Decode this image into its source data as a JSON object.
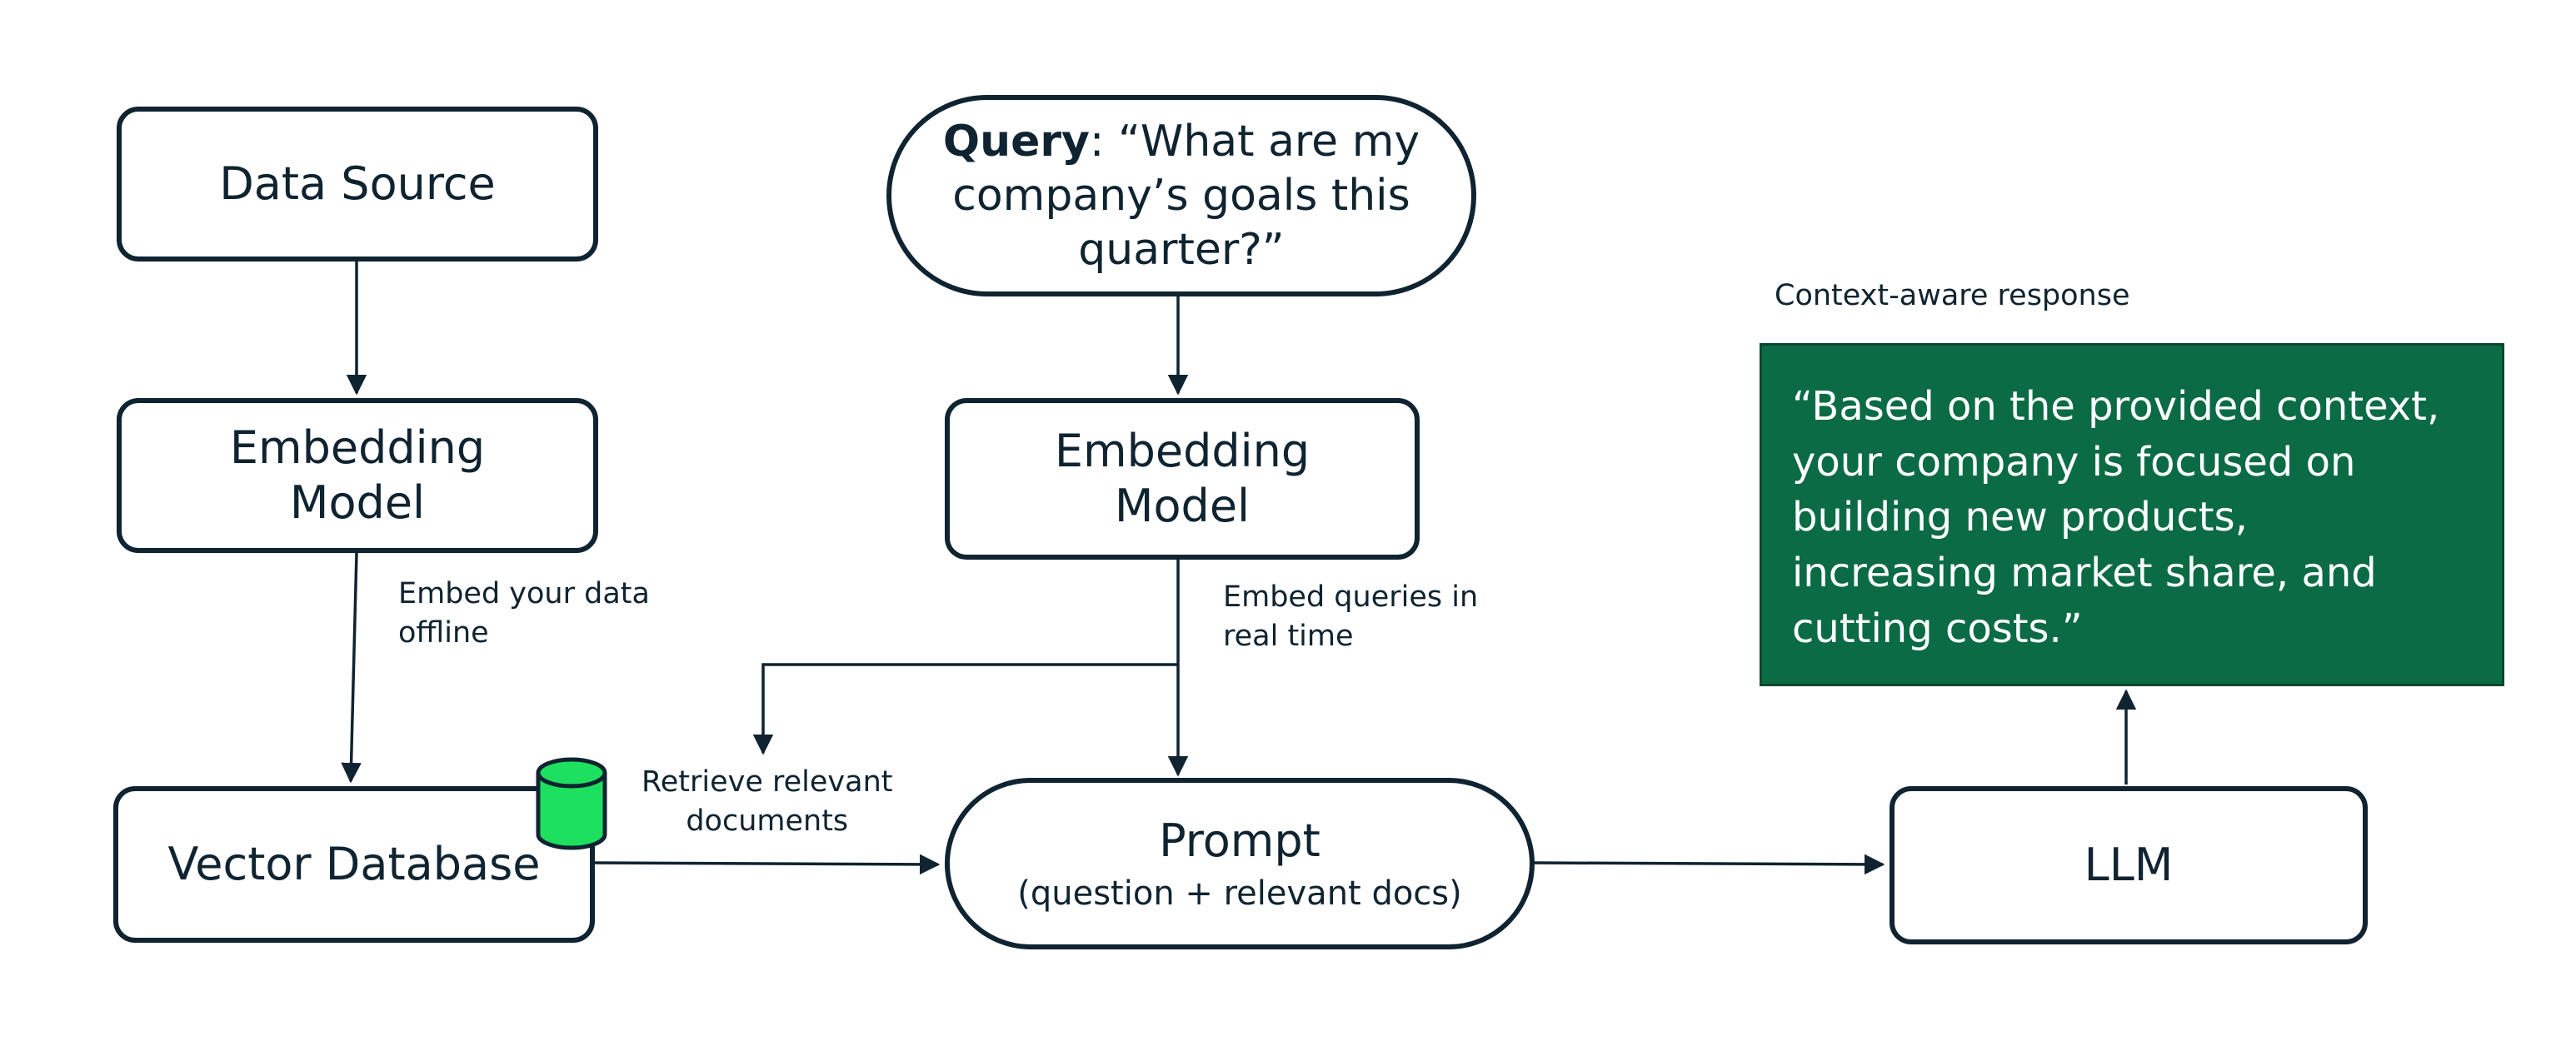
{
  "diagram": {
    "data_source": "Data Source",
    "embedding_model_left": {
      "line1": "Embedding",
      "line2": "Model"
    },
    "embed_offline": {
      "line1": "Embed your data",
      "line2": "offline"
    },
    "vector_database": "Vector Database",
    "retrieve": {
      "line1": "Retrieve relevant",
      "line2": "documents"
    },
    "query": {
      "bold": "Query",
      "line1_rest": ": “What are my",
      "line2": "company’s goals this",
      "line3": "quarter?”"
    },
    "embedding_model_mid": {
      "line1": "Embedding",
      "line2": "Model"
    },
    "embed_realtime": {
      "line1": "Embed queries in",
      "line2": "real time"
    },
    "prompt": {
      "title": "Prompt",
      "subtitle": "(question + relevant docs)"
    },
    "llm": "LLM",
    "response_label": "Context-aware response",
    "response": {
      "line1": "“Based on the provided context,",
      "line2": "your company is focused on",
      "line3": "building new products,",
      "line4": "increasing market share, and",
      "line5": "cutting costs.”"
    }
  },
  "colors": {
    "stroke": "#0f2330",
    "response_fill": "#0b6b45",
    "database_icon": "#1ee05f"
  },
  "icons": {
    "database": "database-cylinder-icon"
  }
}
